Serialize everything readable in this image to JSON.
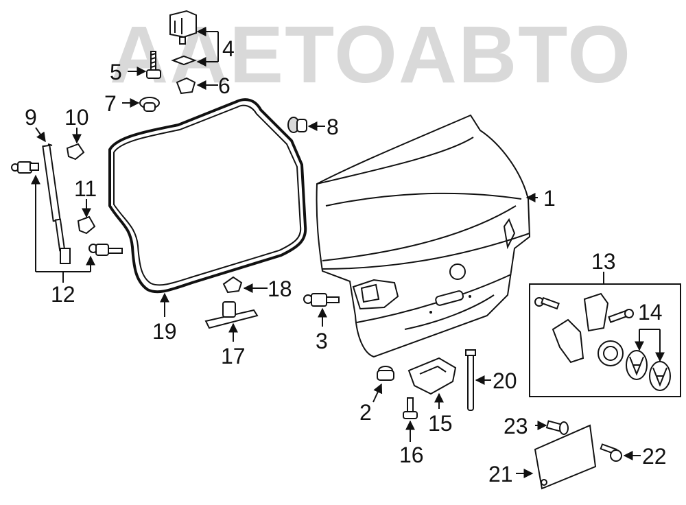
{
  "watermark": {
    "text": "AAETOABTO",
    "color": "#d9d9d9"
  },
  "callouts": {
    "c1": "1",
    "c2": "2",
    "c3": "3",
    "c4": "4",
    "c5": "5",
    "c6": "6",
    "c7": "7",
    "c8": "8",
    "c9": "9",
    "c10": "10",
    "c11": "11",
    "c12": "12",
    "c13": "13",
    "c14": "14",
    "c15": "15",
    "c16": "16",
    "c17": "17",
    "c18": "18",
    "c19": "19",
    "c20": "20",
    "c21": "21",
    "c22": "22",
    "c23": "23"
  }
}
